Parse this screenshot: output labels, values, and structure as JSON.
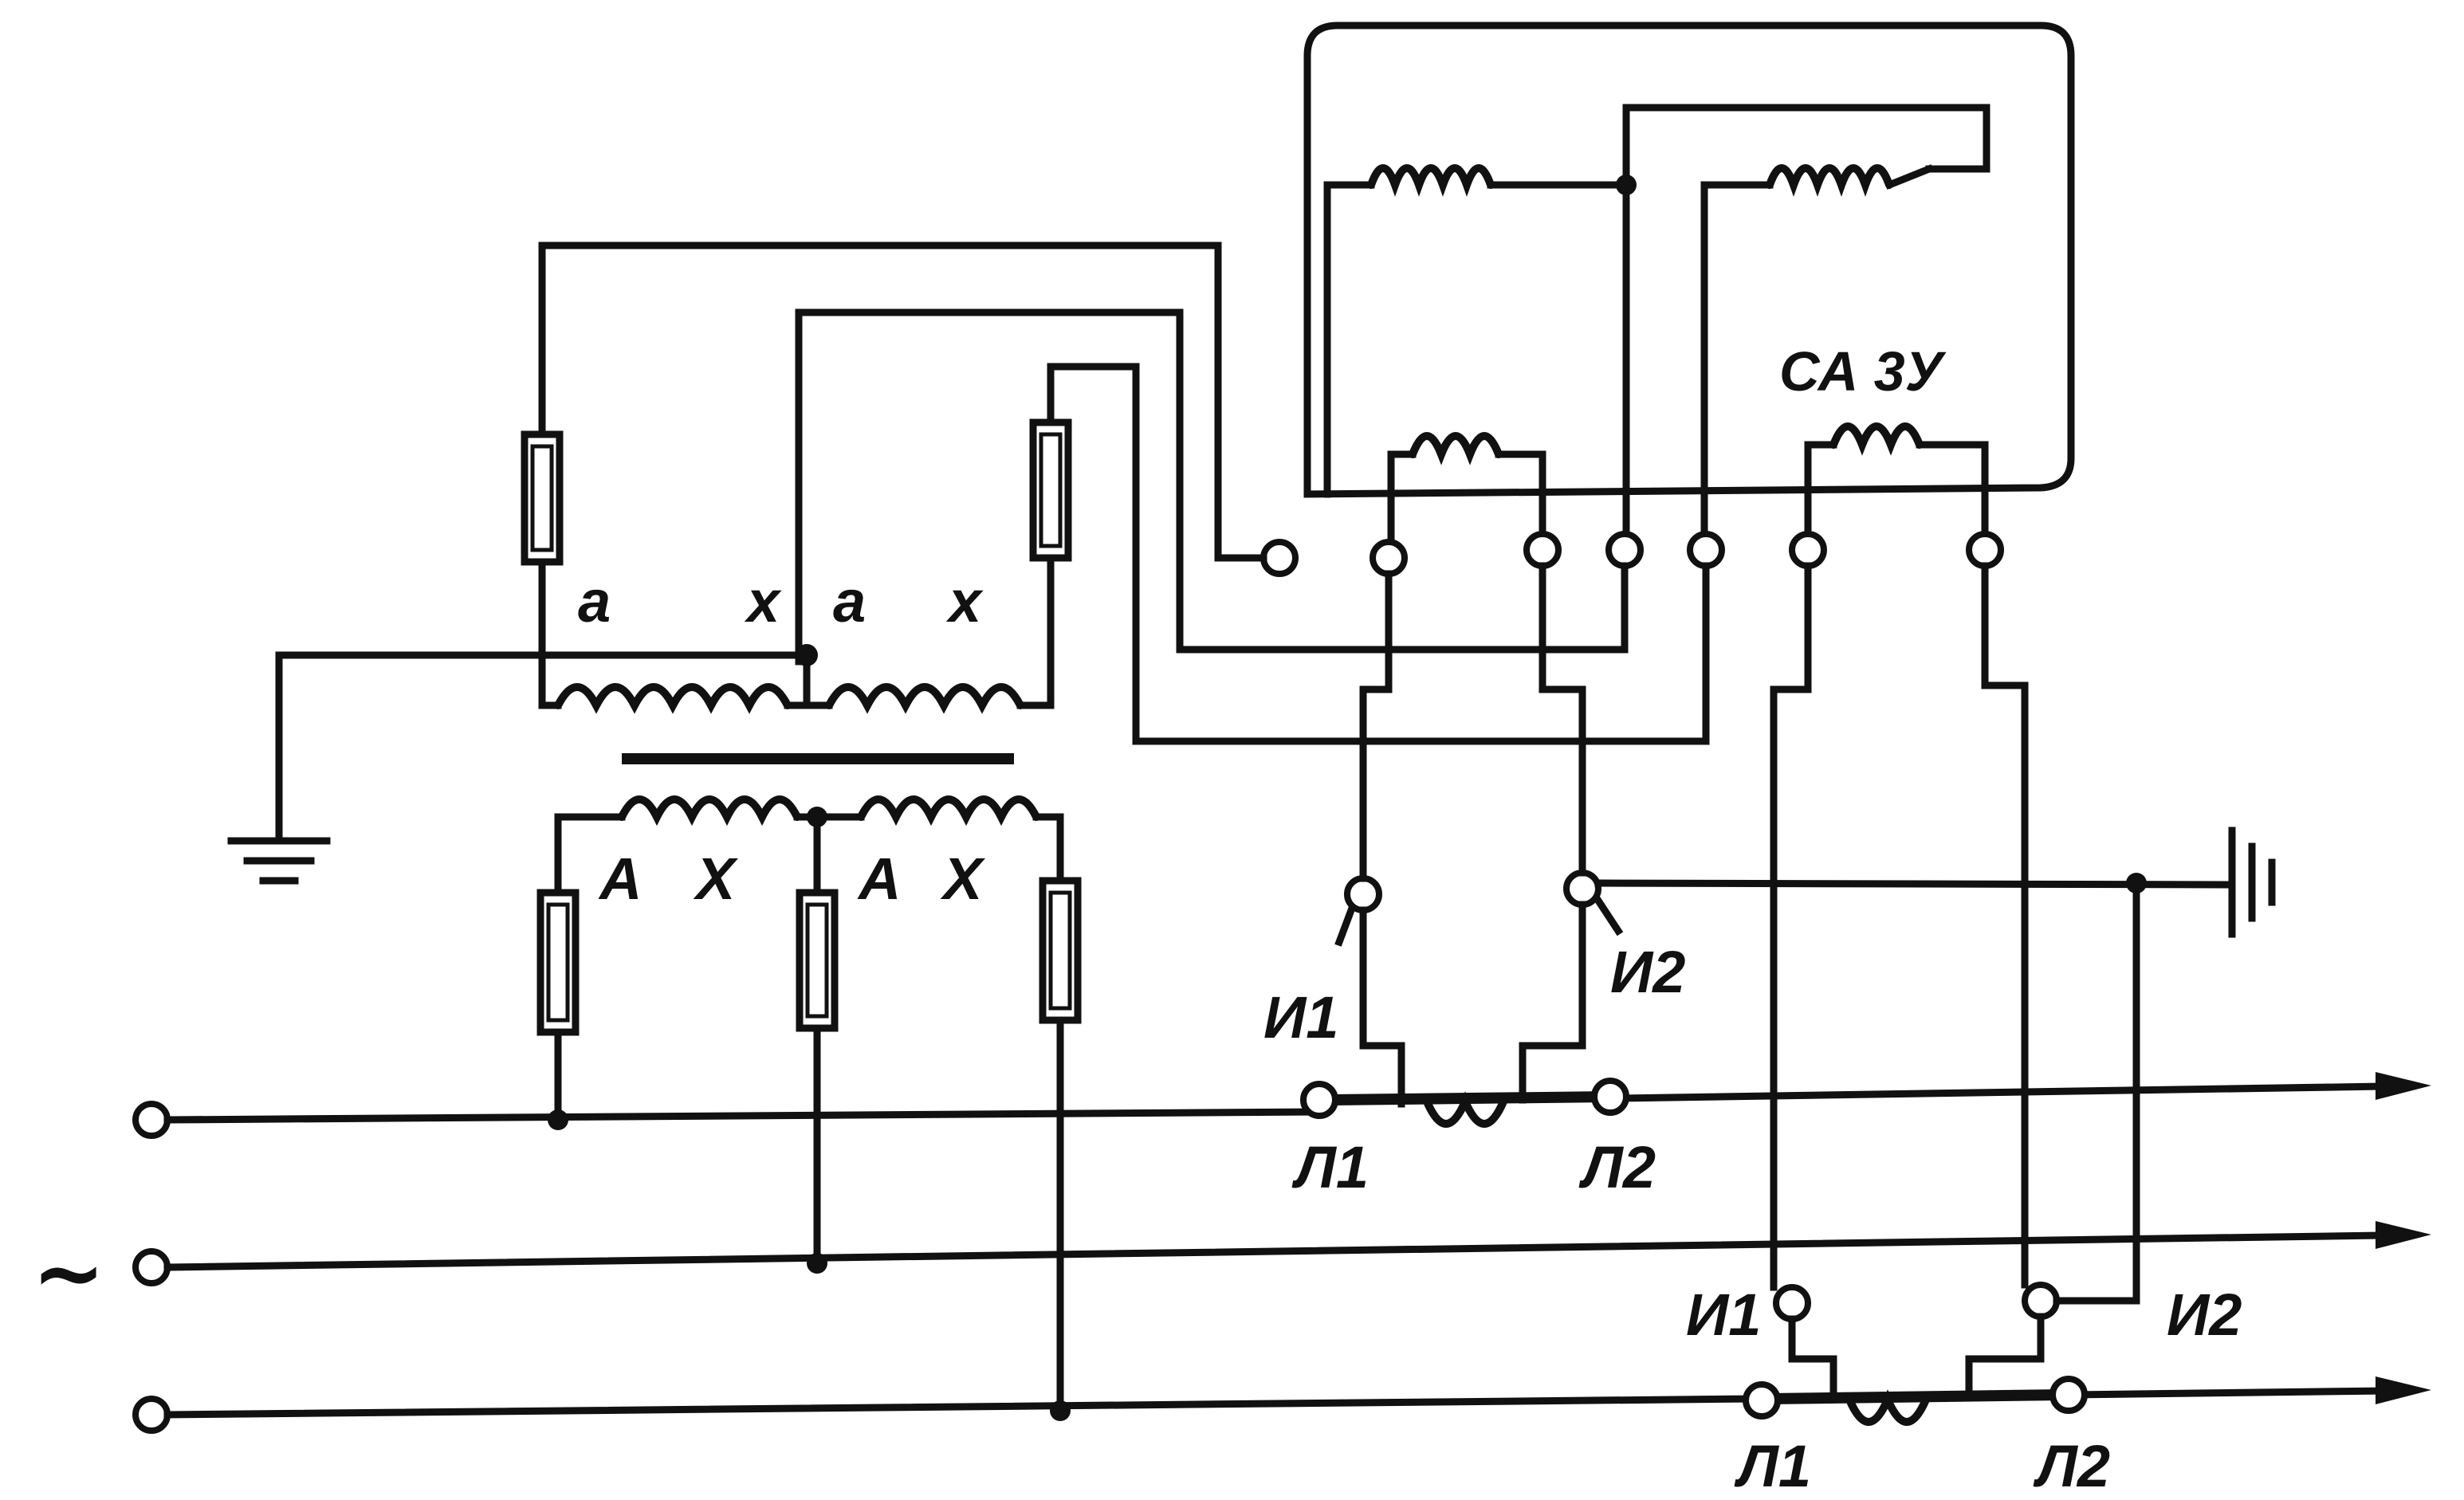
{
  "diagram": {
    "labels": {
      "vt_upper_a1": "a",
      "vt_upper_x1": "x",
      "vt_upper_a2": "a",
      "vt_upper_x2": "x",
      "vt_lower_A1": "A",
      "vt_lower_X1": "X",
      "vt_lower_A2": "A",
      "vt_lower_X2": "X",
      "meter_name": "СА 3У",
      "ct1_i1": "И1",
      "ct1_i2": "И2",
      "ct1_l1": "Л1",
      "ct1_l2": "Л2",
      "ct2_i1": "И1",
      "ct2_i2": "И2",
      "ct2_l1": "Л1",
      "ct2_l2": "Л2",
      "ac_source": "~"
    }
  }
}
